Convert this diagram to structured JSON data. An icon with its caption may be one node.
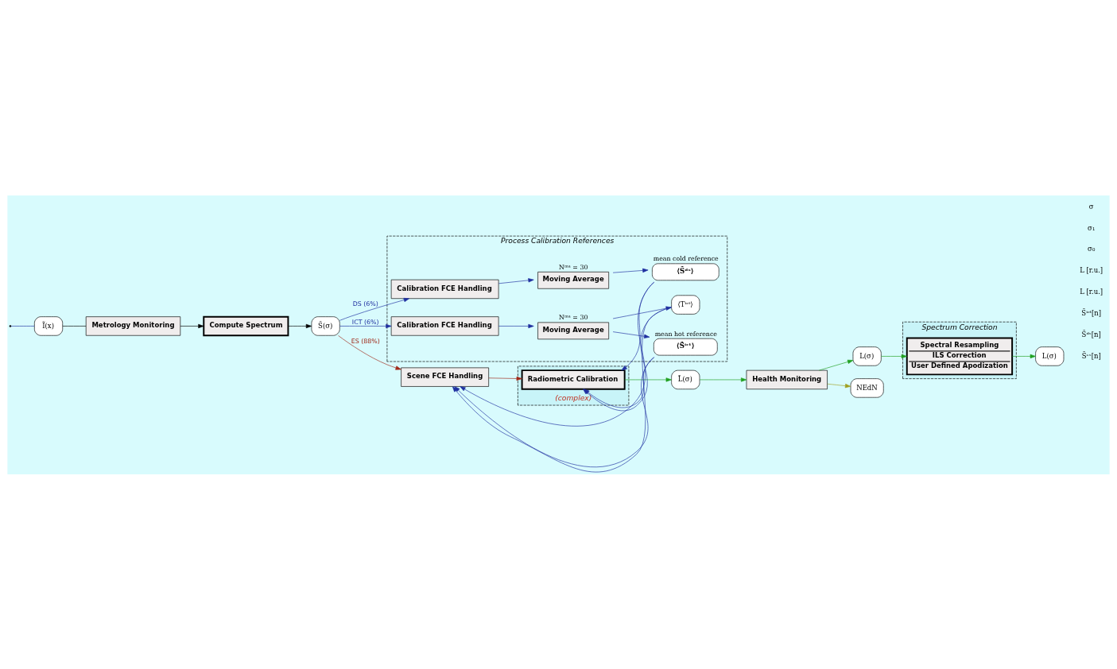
{
  "diagram": {
    "nodes": [
      {
        "text": [
          "Ĩ(x)"
        ]
      },
      {
        "text": [
          "Metrology Monitoring"
        ]
      },
      {
        "text": [
          "Compute Spectrum"
        ]
      },
      {
        "text": [
          "S̃(σ)"
        ]
      },
      {
        "text": [
          "Scene FCE Handling"
        ]
      },
      {
        "text": [],
        "shape": "box",
        "beside": [
          "(complex)"
        ]
      },
      {
        "text": [
          "Radiometric Calibration"
        ],
        "in": 5
      },
      {
        "text": [
          "Process Calibration References"
        ]
      },
      {
        "text": [
          "Calibration FCE Handling"
        ],
        "in": 7
      },
      {
        "text": [
          "Moving Average"
        ],
        "in": 7,
        "beside": [
          "Nᵐᵃ = 30"
        ]
      },
      {
        "text": [
          "⟨S̃ᵈˢ⟩"
        ],
        "in": 7,
        "beside": [
          "mean cold reference"
        ]
      },
      {
        "text": [
          "Calibration FCE Handling"
        ],
        "in": 7
      },
      {
        "text": [
          "Moving Average"
        ],
        "in": 7,
        "beside": [
          "Nᵐᵃ = 30"
        ]
      },
      {
        "text": [
          "⟨S̃ⁱᶜᵗ⟩"
        ],
        "in": 7,
        "beside": [
          "mean hot reference"
        ]
      },
      {
        "text": [
          "⟨Tⁱᶜᵗ⟩"
        ],
        "in": 7
      },
      {
        "text": [
          "L̃(σ)"
        ]
      },
      {
        "text": [
          "Health Monitoring"
        ]
      },
      {
        "text": [
          "L(σ)"
        ]
      },
      {
        "text": [
          "Spectrum Correction"
        ]
      },
      {
        "text": [
          "Spectral Resampling",
          "ILS Correction",
          "User Defined Apodization"
        ],
        "in": 18
      },
      {
        "text": [
          "L(σ)"
        ]
      },
      {
        "text": [
          "NEdN"
        ]
      }
    ],
    "edges": [
      {
        "from": null,
        "to": 0,
        "arrow": "none",
        "color": "#1f2fa0"
      },
      {
        "from": 0,
        "to": 1,
        "arrow": "none",
        "color": "#000000"
      },
      {
        "from": 1,
        "to": 2,
        "arrow": "to",
        "color": "#000000"
      },
      {
        "from": 2,
        "to": 3,
        "arrow": "to",
        "color": "#000000"
      },
      {
        "from": 3,
        "to": 4,
        "arrow": "to",
        "label": "ES (88%)",
        "color": "#a02818"
      },
      {
        "from": 3,
        "to": 8,
        "arrow": "to",
        "label": "DS (6%)",
        "color": "#1f2fa0"
      },
      {
        "from": 3,
        "to": 11,
        "arrow": "to",
        "label": "ICT (6%)",
        "color": "#1f2fa0"
      },
      {
        "from": 4,
        "to": 6,
        "arrow": "to",
        "color": "#a02818"
      },
      {
        "from": 8,
        "to": 9,
        "arrow": "to",
        "color": "#1f2fa0"
      },
      {
        "from": 9,
        "to": 10,
        "arrow": "to",
        "color": "#1f2fa0"
      },
      {
        "from": 11,
        "to": 12,
        "arrow": "to",
        "color": "#1f2fa0"
      },
      {
        "from": 12,
        "to": 13,
        "arrow": "to",
        "color": "#1f2fa0"
      },
      {
        "from": 12,
        "to": 14,
        "arrow": "to",
        "color": "#1f2fa0"
      },
      {
        "from": 10,
        "to": 4,
        "arrow": "to",
        "color": "#1f2fa0"
      },
      {
        "from": 10,
        "to": 6,
        "arrow": "to",
        "color": "#1f2fa0"
      },
      {
        "from": 13,
        "to": 4,
        "arrow": "to",
        "color": "#1f2fa0"
      },
      {
        "from": 13,
        "to": 6,
        "arrow": "to",
        "color": "#1f2fa0"
      },
      {
        "from": 14,
        "to": 4,
        "arrow": "to",
        "color": "#1f2fa0"
      },
      {
        "from": 14,
        "to": 6,
        "arrow": "to",
        "color": "#1f2fa0"
      },
      {
        "from": 6,
        "to": 15,
        "arrow": "to",
        "color": "#20a020"
      },
      {
        "from": 15,
        "to": 16,
        "arrow": "to",
        "color": "#20a020"
      },
      {
        "from": 16,
        "to": 17,
        "arrow": "to",
        "color": "#20a020"
      },
      {
        "from": 17,
        "to": 19,
        "arrow": "to",
        "color": "#20a020"
      },
      {
        "from": 19,
        "to": 20,
        "arrow": "to",
        "color": "#20a020"
      },
      {
        "from": 16,
        "to": 21,
        "arrow": "to",
        "color": "#a0a020"
      }
    ],
    "labels": [
      "S̃ᵉˢ[n]",
      "S̃ᵈˢ[n]",
      "S̃ⁱᶜᵗ[n]",
      "L [r.u.]",
      "L [r.u.]",
      "σ₀",
      "σ₁",
      "σ"
    ]
  }
}
